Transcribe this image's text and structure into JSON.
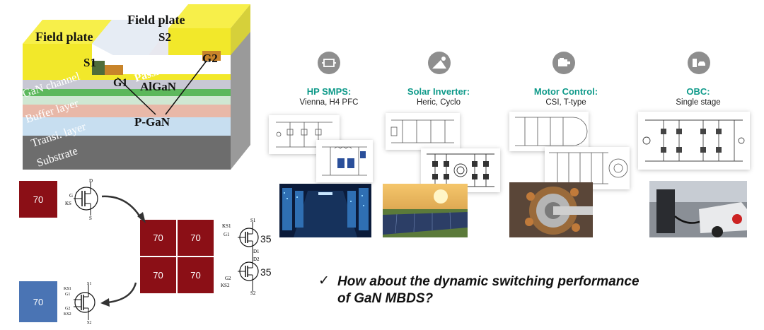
{
  "device": {
    "field_plate_left": "Field plate",
    "field_plate_right": "Field plate",
    "s1": "S1",
    "s2": "S2",
    "g1": "G1",
    "g2": "G2",
    "passivation": "Passivation",
    "algan": "AlGaN",
    "gan_channel": "GaN channel",
    "buffer_layer": "Buffer layer",
    "transit_layer": "Transi. layer",
    "substrate": "Substrate",
    "pgan": "P-GaN"
  },
  "chips": {
    "single_red": "70",
    "quad": [
      "70",
      "70",
      "70",
      "70"
    ],
    "single_blue": "70"
  },
  "symbols": {
    "d": "D",
    "g": "G",
    "ks": "KS",
    "s": "S",
    "ks1": "KS1",
    "g1": "G1",
    "s1": "S1",
    "d1": "D1",
    "d2": "D2",
    "g2": "G2",
    "ks2": "KS2",
    "s2": "S2",
    "num_top": "35",
    "num_bottom": "35"
  },
  "applications": [
    {
      "title": "HP SMPS:",
      "subtitle": "Vienna, H4 PFC",
      "icon": "power-supply-icon"
    },
    {
      "title": "Solar Inverter:",
      "subtitle": "Heric, Cyclo",
      "icon": "solar-panel-icon"
    },
    {
      "title": "Motor Control:",
      "subtitle": "CSI, T-type",
      "icon": "motor-icon"
    },
    {
      "title": "OBC:",
      "subtitle": "Single stage",
      "icon": "ev-charger-icon"
    }
  ],
  "question": {
    "check": "✓",
    "line1": "How about the dynamic switching performance",
    "line2": "of GaN MBDS?"
  },
  "colors": {
    "teal": "#0f9a8a",
    "chip_red": "#8b0f16",
    "chip_blue": "#4a74b4",
    "field_plate": "#f2e82a"
  }
}
